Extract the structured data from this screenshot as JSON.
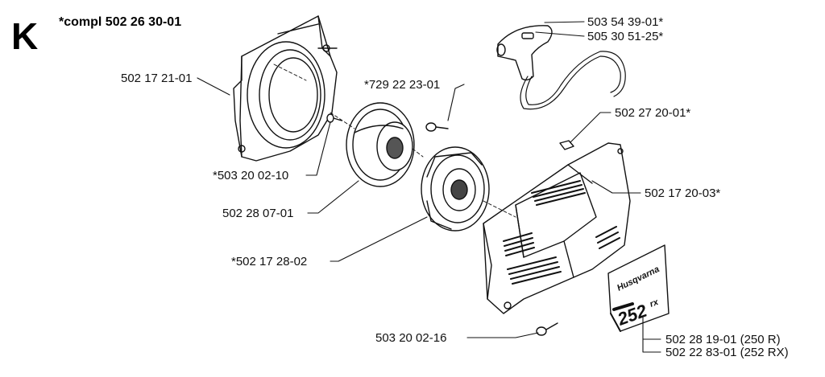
{
  "section": "K",
  "assembly": "*compl 502 26 30-01",
  "decal": {
    "brand": "Husqvarna",
    "model": "252",
    "suffix": "rx"
  },
  "parts": {
    "handle": "503 54 39-01*",
    "cord": "505 30 51-25*",
    "fan_housing": "502 17 21-01",
    "pulley_screw": "*729 22 23-01",
    "nut": "502 27 20-01*",
    "screw_small": "*503 20 02-10",
    "cover": "502 17 20-03*",
    "pulley": "502 28 07-01",
    "spring_housing": "*502 17 28-02",
    "screw_bottom": "503 20 02-16",
    "decal_250": "502 28 19-01 (250 R)",
    "decal_252": "502 22 83-01 (252 RX)"
  }
}
